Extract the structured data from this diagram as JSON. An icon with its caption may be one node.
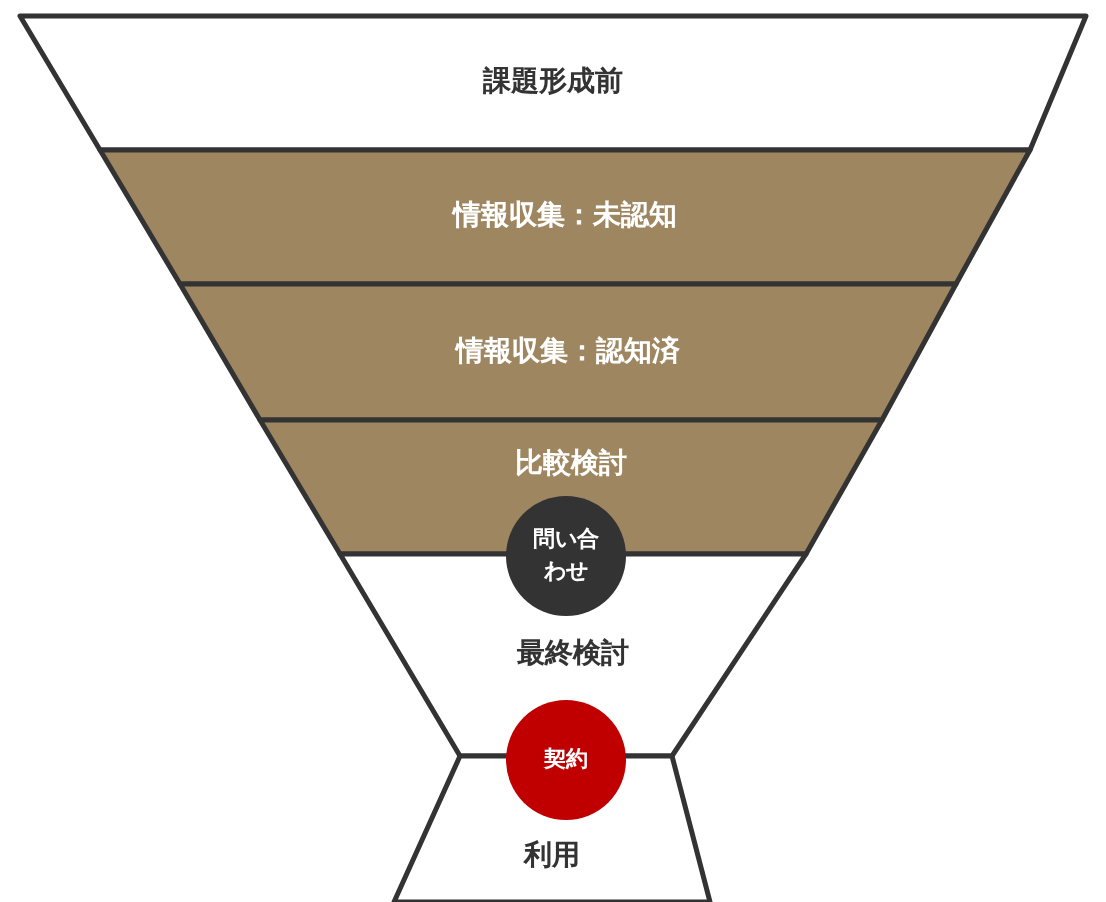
{
  "diagram": {
    "nodes": [
      {
        "text": [
          "課題形成前"
        ]
      },
      {
        "text": [
          "情報収集：未認知"
        ]
      },
      {
        "text": [
          "情報収集：認知済"
        ]
      },
      {
        "text": [
          "比較検討"
        ]
      },
      {
        "text": [
          "最終検討"
        ]
      },
      {
        "text": [
          "利用"
        ]
      },
      {
        "text": [
          "問い合わせ"
        ]
      },
      {
        "text": [
          "契約"
        ]
      }
    ]
  }
}
